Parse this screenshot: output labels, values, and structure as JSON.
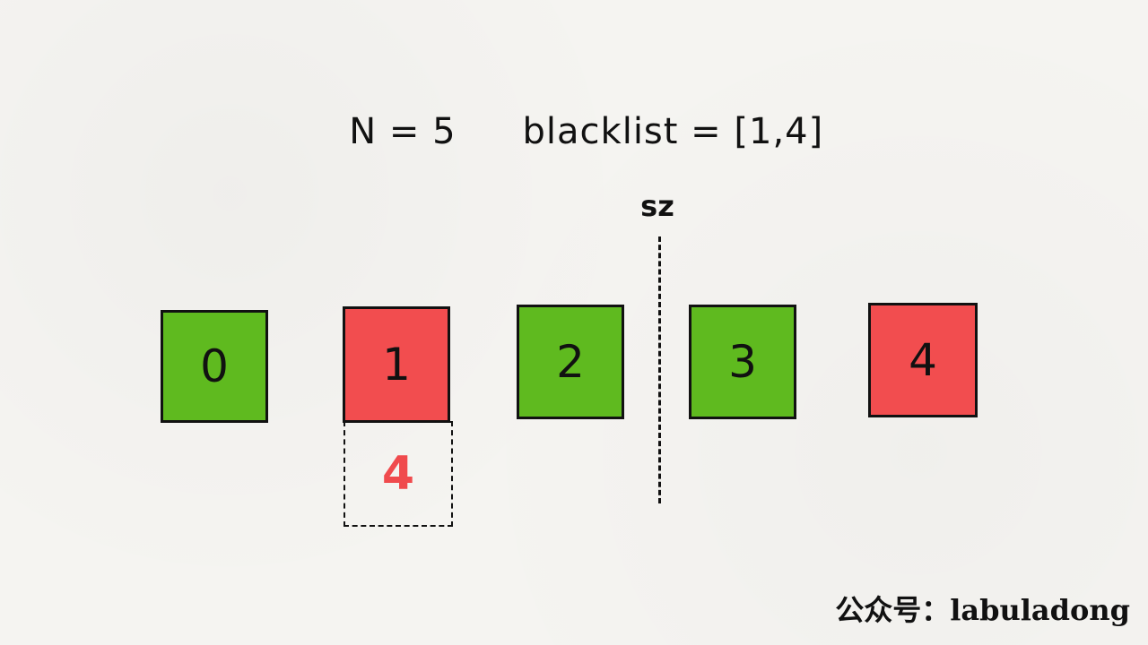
{
  "title": {
    "n_part": "N = 5",
    "blacklist_part": "blacklist = [1,4]"
  },
  "divider": {
    "label": "sz"
  },
  "cells": [
    {
      "value": "0",
      "color": "#5fba1f",
      "status": "allowed"
    },
    {
      "value": "1",
      "color": "#f24d4f",
      "status": "blacklisted"
    },
    {
      "value": "2",
      "color": "#5fba1f",
      "status": "allowed"
    },
    {
      "value": "3",
      "color": "#5fba1f",
      "status": "allowed"
    },
    {
      "value": "4",
      "color": "#f24d4f",
      "status": "blacklisted"
    }
  ],
  "mapping": {
    "value": "4",
    "color": "#f04a4d",
    "under_cell_value": "1"
  },
  "watermark": "公众号：labuladong"
}
